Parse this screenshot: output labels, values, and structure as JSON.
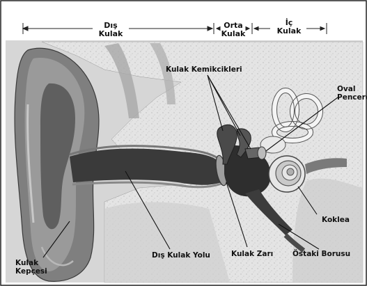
{
  "sections": {
    "outer": {
      "line1": "Dış",
      "line2": "Kulak"
    },
    "middle": {
      "line1": "Orta",
      "line2": "Kulak"
    },
    "inner": {
      "line1": "İç",
      "line2": "Kulak"
    }
  },
  "labels": {
    "ossicles": "Kulak Kemikcikleri",
    "oval_window_1": "Oval",
    "oval_window_2": "Pencere",
    "cochlea": "Koklea",
    "eustachian": "Östaki Borusu",
    "eardrum": "Kulak Zarı",
    "ear_canal": "Dış Kulak Yolu",
    "auricle_1": "Kulak",
    "auricle_2": "Kepçesi"
  }
}
